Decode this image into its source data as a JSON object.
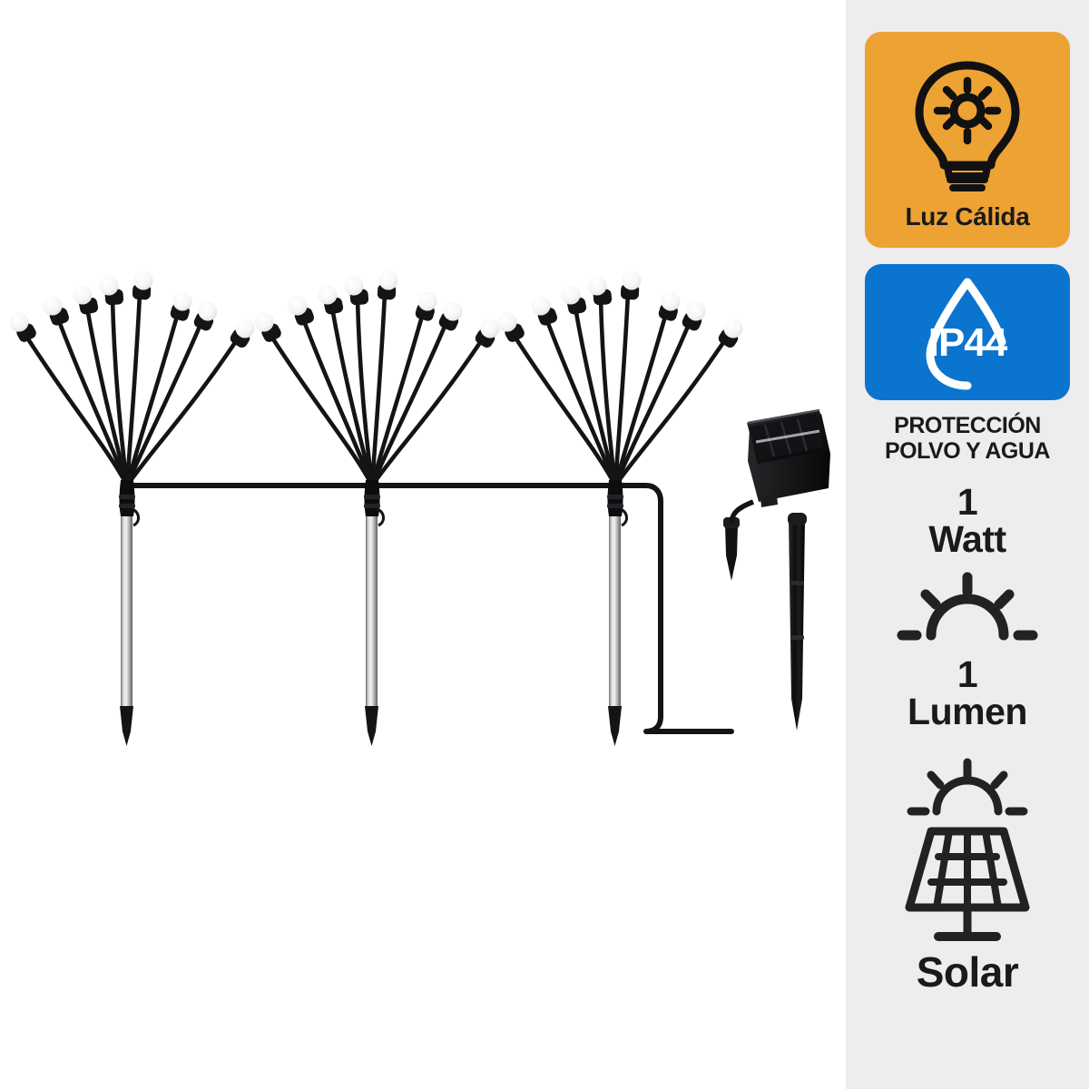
{
  "product": {
    "name": "solar-firefly-garden-stake-lights",
    "stake_count": 3,
    "stems_per_stake": 8,
    "colors": {
      "wire": "#1a1a1a",
      "bulb": "#f7f7f7",
      "pole": "#b9b9bb",
      "pole_tip": "#141414",
      "panel_body": "#141414",
      "background": "#ffffff"
    }
  },
  "sidebar": {
    "background": "#ededed",
    "warm_light": {
      "icon": "light-bulb-sun-icon",
      "label": "Luz Cálida",
      "background": "#eda234",
      "text_color": "#1a1a1a"
    },
    "ingress_protection": {
      "icon": "water-drop-icon",
      "rating": "IP44",
      "description_line_1": "PROTECCIÓN",
      "description_line_2": "POLVO Y AGUA",
      "background": "#0b74ce",
      "rating_color": "#ffffff",
      "description_color": "#1a1a1a"
    },
    "power": {
      "value": "1",
      "unit": "Watt"
    },
    "brightness_icon": "half-sun-rays-icon",
    "brightness": {
      "value": "1",
      "unit": "Lumen"
    },
    "solar": {
      "icon": "solar-panel-sun-icon",
      "label": "Solar"
    }
  }
}
